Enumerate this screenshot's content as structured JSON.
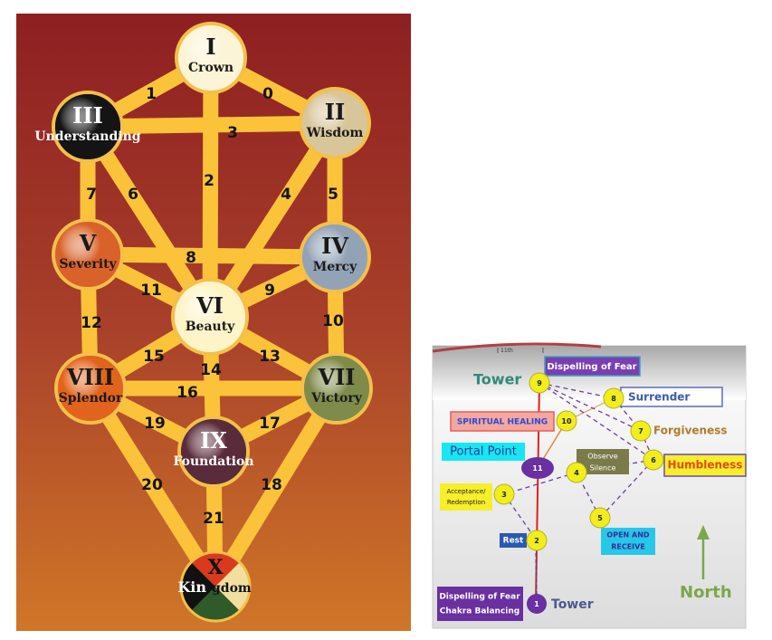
{
  "tree_of_life": {
    "sephirot": [
      {
        "id": "crown",
        "numeral": "I",
        "name": "Crown",
        "fill": "#fbf4d6"
      },
      {
        "id": "wisdom",
        "numeral": "II",
        "name": "Wisdom",
        "fill": "#d8c59a"
      },
      {
        "id": "understanding",
        "numeral": "III",
        "name": "Understanding",
        "fill": "#141414"
      },
      {
        "id": "mercy",
        "numeral": "IV",
        "name": "Mercy",
        "fill": "#93a3b6"
      },
      {
        "id": "severity",
        "numeral": "V",
        "name": "Severity",
        "fill": "#d9622a"
      },
      {
        "id": "beauty",
        "numeral": "VI",
        "name": "Beauty",
        "fill": "#fdf4c8"
      },
      {
        "id": "victory",
        "numeral": "VII",
        "name": "Victory",
        "fill": "#7f8b4a"
      },
      {
        "id": "splendor",
        "numeral": "VIII",
        "name": "Splendor",
        "fill": "#e2641c"
      },
      {
        "id": "foundation",
        "numeral": "IX",
        "name": "Foundation",
        "fill": "#5a2b3a"
      },
      {
        "id": "kingdom",
        "numeral": "X",
        "name_left": "Kin",
        "name_right": "gdom"
      }
    ],
    "paths": [
      {
        "from": "crown",
        "to": "understanding",
        "label": "1"
      },
      {
        "from": "crown",
        "to": "wisdom",
        "label": "0"
      },
      {
        "from": "understanding",
        "to": "wisdom",
        "label": "3"
      },
      {
        "from": "crown",
        "to": "beauty",
        "label": "2"
      },
      {
        "from": "understanding",
        "to": "severity",
        "label": "7"
      },
      {
        "from": "understanding",
        "to": "beauty",
        "label": "6"
      },
      {
        "from": "wisdom",
        "to": "beauty",
        "label": "4"
      },
      {
        "from": "wisdom",
        "to": "mercy",
        "label": "5"
      },
      {
        "from": "severity",
        "to": "mercy",
        "label": "8"
      },
      {
        "from": "severity",
        "to": "beauty",
        "label": "11"
      },
      {
        "from": "mercy",
        "to": "beauty",
        "label": "9"
      },
      {
        "from": "severity",
        "to": "splendor",
        "label": "12"
      },
      {
        "from": "mercy",
        "to": "victory",
        "label": "10"
      },
      {
        "from": "beauty",
        "to": "splendor",
        "label": "15"
      },
      {
        "from": "beauty",
        "to": "victory",
        "label": "13"
      },
      {
        "from": "beauty",
        "to": "foundation",
        "label": "14"
      },
      {
        "from": "splendor",
        "to": "victory",
        "label": "16"
      },
      {
        "from": "splendor",
        "to": "foundation",
        "label": "19"
      },
      {
        "from": "victory",
        "to": "foundation",
        "label": "17"
      },
      {
        "from": "splendor",
        "to": "kingdom",
        "label": "20"
      },
      {
        "from": "victory",
        "to": "kingdom",
        "label": "18"
      },
      {
        "from": "foundation",
        "to": "kingdom",
        "label": "21"
      }
    ]
  },
  "site_map": {
    "top_mark": "11th",
    "nodes": [
      {
        "id": "n1",
        "number": "1",
        "color": "#6a2fa0"
      },
      {
        "id": "n2",
        "number": "2",
        "color": "#f2ee1e"
      },
      {
        "id": "n3",
        "number": "3",
        "color": "#f2ee1e"
      },
      {
        "id": "n4",
        "number": "4",
        "color": "#f2ee1e"
      },
      {
        "id": "n5",
        "number": "5",
        "color": "#f2ee1e"
      },
      {
        "id": "n6",
        "number": "6",
        "color": "#f2ee1e"
      },
      {
        "id": "n7",
        "number": "7",
        "color": "#f2ee1e"
      },
      {
        "id": "n8",
        "number": "8",
        "color": "#f2ee1e"
      },
      {
        "id": "n9",
        "number": "9",
        "color": "#f2ee1e"
      },
      {
        "id": "n10",
        "number": "10",
        "color": "#f2ee1e"
      },
      {
        "id": "n11",
        "number": "11",
        "color": "#6a2fa0"
      }
    ],
    "labels": {
      "tower_top": "Tower",
      "tower_bottom": "Tower",
      "dispelling_top": "Dispelling of Fear",
      "surrender": "Surrender",
      "forgiveness": "Forgiveness",
      "humbleness": "Humbleness",
      "spiritual_healing": "SPIRITUAL HEALING",
      "portal_point": "Portal Point",
      "observe_silence_1": "Observe",
      "observe_silence_2": "Silence",
      "acceptance_1": "Acceptance/",
      "acceptance_2": "Redemption",
      "rest": "Rest",
      "open_receive_1": "OPEN AND",
      "open_receive_2": "RECEIVE",
      "dispelling_bottom_1": "Dispelling of Fear",
      "dispelling_bottom_2": "Chakra Balancing",
      "north": "North"
    },
    "colors": {
      "tower": "#2f8a7a",
      "north": "#7aa84a",
      "red_line": "#e02020",
      "dash": "#6a3fa0"
    }
  }
}
